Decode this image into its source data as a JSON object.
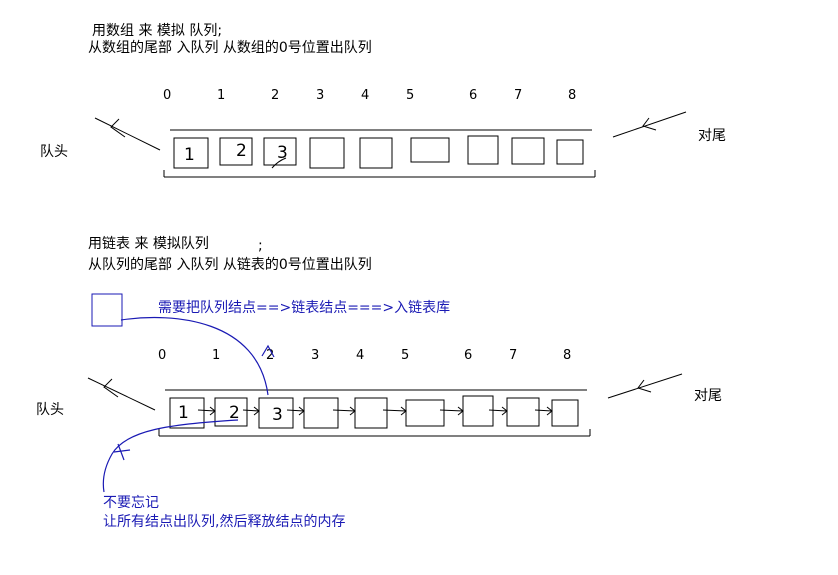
{
  "array_section": {
    "title": "用数组 来 模拟 队列;",
    "subtitle": "从数组的尾部 入队列   从数组的0号位置出队列",
    "indices": [
      "0",
      "1",
      "2",
      "3",
      "4",
      "5",
      "6",
      "7",
      "8"
    ],
    "cells": [
      "1",
      "2",
      "3",
      "",
      "",
      "",
      "",
      "",
      ""
    ],
    "head_label": "队头",
    "tail_label": "对尾"
  },
  "list_section": {
    "title": "用链表 来 模拟队列",
    "subtitle": "从队列的尾部 入队列   从链表的0号位置出队列",
    "note": "需要把队列结点==>链表结点===>入链表库",
    "indices": [
      "0",
      "1",
      "2",
      "3",
      "4",
      "5",
      "6",
      "7",
      "8"
    ],
    "cells": [
      "1",
      "2",
      "3",
      "",
      "",
      "",
      "",
      "",
      ""
    ],
    "head_label": "队头",
    "tail_label": "对尾",
    "reminder_line1": "不要忘记",
    "reminder_line2": "让所有结点出队列,然后释放结点的内存"
  },
  "colors": {
    "ink": "#000000",
    "pen_blue": "#1a1ab4"
  }
}
